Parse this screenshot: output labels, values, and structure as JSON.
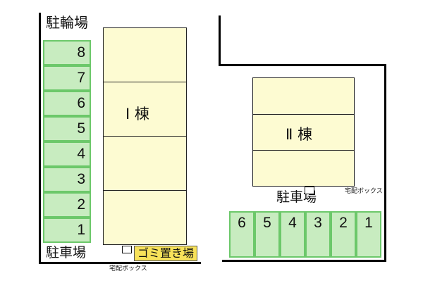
{
  "bicycle_parking": {
    "label": "駐輪場",
    "slots": [
      "8",
      "7",
      "6",
      "5",
      "4",
      "3",
      "2",
      "1"
    ]
  },
  "building_1": {
    "label": "Ⅰ 棟"
  },
  "building_2": {
    "label": "Ⅱ 棟"
  },
  "parking_left": {
    "label": "駐車場"
  },
  "parking_right": {
    "label": "駐車場",
    "slots": [
      "6",
      "5",
      "4",
      "3",
      "2",
      "1"
    ]
  },
  "garbage_area": {
    "label": "ゴミ置き場"
  },
  "delivery_box_left": {
    "label": "宅配ボックス"
  },
  "delivery_box_right": {
    "label": "宅配ボックス"
  },
  "colors": {
    "parking_fill": "#c8ecc0",
    "parking_border": "#6cc86a",
    "building_fill": "#fdfbd2",
    "garbage_fill": "#f8e25a"
  }
}
